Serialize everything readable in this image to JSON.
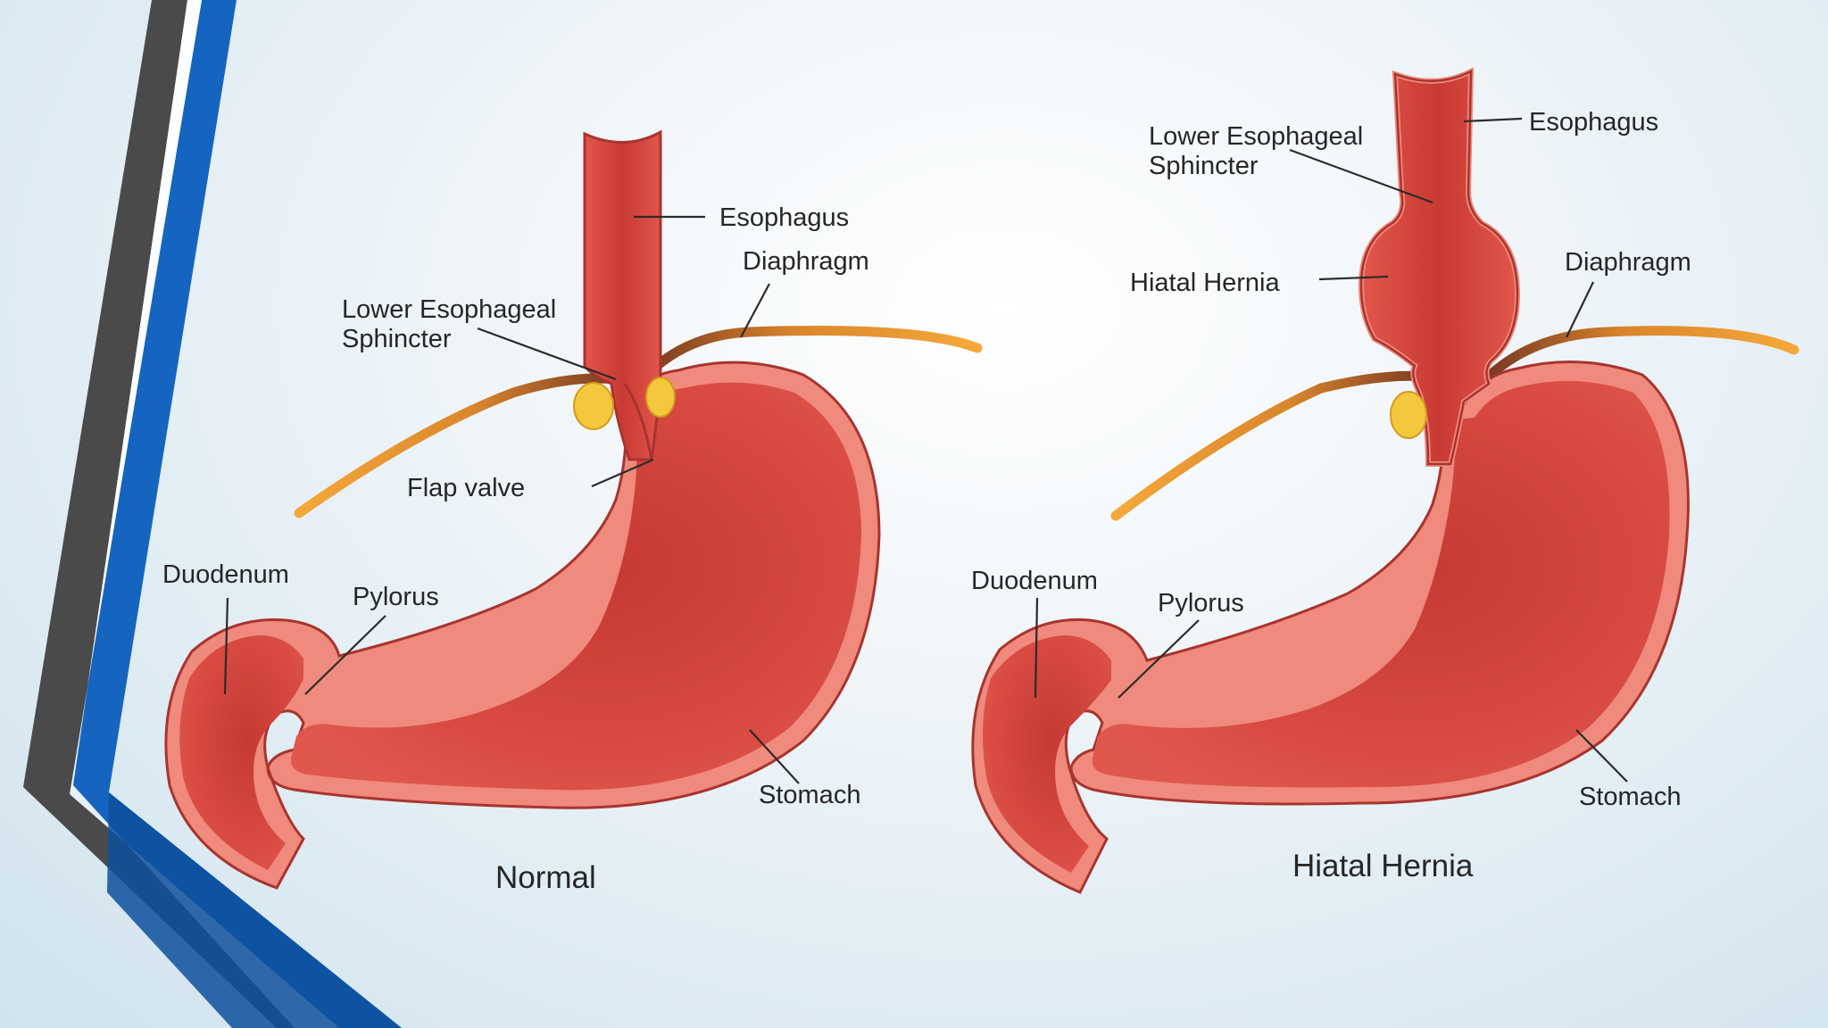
{
  "normal": {
    "caption": "Normal",
    "labels": {
      "esophagus": "Esophagus",
      "diaphragm": "Diaphragm",
      "les_line1": "Lower Esophageal",
      "les_line2": "Sphincter",
      "flap_valve": "Flap valve",
      "duodenum": "Duodenum",
      "pylorus": "Pylorus",
      "stomach": "Stomach"
    }
  },
  "hernia": {
    "caption": "Hiatal Hernia",
    "labels": {
      "esophagus": "Esophagus",
      "les_line1": "Lower Esophageal",
      "les_line2": "Sphincter",
      "hiatal_hernia": "Hiatal Hernia",
      "diaphragm": "Diaphragm",
      "duodenum": "Duodenum",
      "pylorus": "Pylorus",
      "stomach": "Stomach"
    }
  },
  "colors": {
    "stomach_fill": "#d9463f",
    "stomach_wall": "#ef8a7c",
    "stomach_outline": "#a8342e",
    "diaphragm": "#f0a33a",
    "fat_pad": "#f3c83c",
    "accent_blue": "#1565c0",
    "accent_dark": "#4a4a4a"
  }
}
